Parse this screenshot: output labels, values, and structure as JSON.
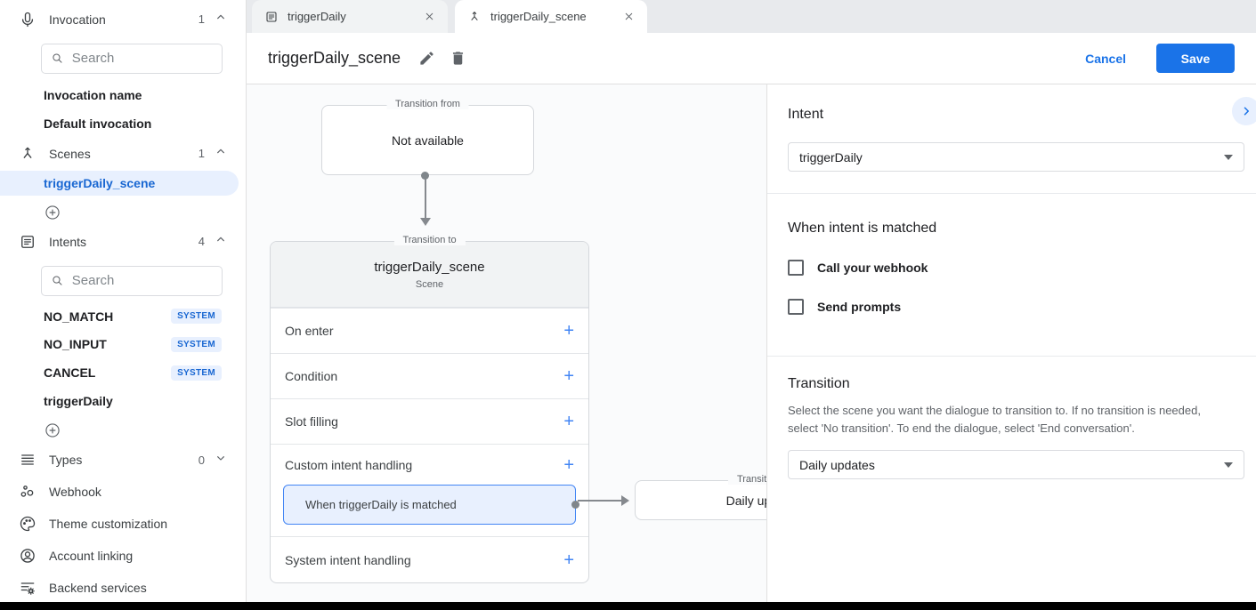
{
  "glyphs": {
    "plus": "+"
  },
  "colors": {
    "accent": "#1a73e8",
    "selection_bg": "#e8f0fe",
    "badge_text": "#1967d2",
    "node_connector": "#85898e"
  },
  "sidebar": {
    "invocation": {
      "label": "Invocation",
      "count": "1",
      "search_placeholder": "Search",
      "items": [
        {
          "label": "Invocation name"
        },
        {
          "label": "Default invocation"
        }
      ]
    },
    "scenes": {
      "label": "Scenes",
      "count": "1",
      "items": [
        {
          "label": "triggerDaily_scene"
        }
      ]
    },
    "intents": {
      "label": "Intents",
      "count": "4",
      "search_placeholder": "Search",
      "items": [
        {
          "label": "NO_MATCH",
          "badge": "SYSTEM"
        },
        {
          "label": "NO_INPUT",
          "badge": "SYSTEM"
        },
        {
          "label": "CANCEL",
          "badge": "SYSTEM"
        },
        {
          "label": "triggerDaily"
        }
      ]
    },
    "types": {
      "label": "Types",
      "count": "0"
    },
    "webhook": {
      "label": "Webhook"
    },
    "theme": {
      "label": "Theme customization"
    },
    "account_linking": {
      "label": "Account linking"
    },
    "backend_services": {
      "label": "Backend services"
    }
  },
  "tabs": {
    "tab1": {
      "label": "triggerDaily"
    },
    "tab2": {
      "label": "triggerDaily_scene"
    }
  },
  "header": {
    "title": "triggerDaily_scene",
    "cancel": "Cancel",
    "save": "Save"
  },
  "canvas": {
    "from_node": {
      "legend": "Transition from",
      "body": "Not available"
    },
    "scene_node": {
      "legend": "Transition to",
      "title": "triggerDaily_scene",
      "subtitle": "Scene",
      "rows": [
        {
          "label": "On enter"
        },
        {
          "label": "Condition"
        },
        {
          "label": "Slot filling"
        },
        {
          "label": "Custom intent handling"
        },
        {
          "label": "System intent handling"
        }
      ],
      "custom_child": "When triggerDaily is matched"
    },
    "target_node": {
      "legend": "Transition to",
      "body": "Daily updates"
    }
  },
  "panel": {
    "intent": {
      "title": "Intent",
      "value": "triggerDaily"
    },
    "matched": {
      "title": "When intent is matched",
      "checkbox1": "Call your webhook",
      "checkbox2": "Send prompts"
    },
    "transition": {
      "title": "Transition",
      "description": "Select the scene you want the dialogue to transition to. If no transition is needed, select 'No transition'. To end the dialogue, select 'End conversation'.",
      "value": "Daily updates"
    }
  }
}
